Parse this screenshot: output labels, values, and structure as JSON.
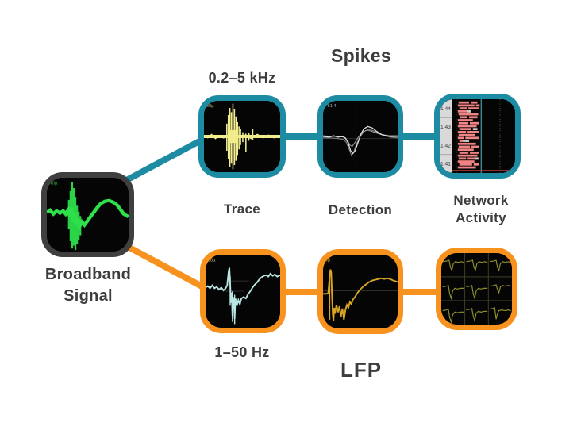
{
  "diagram": {
    "source_node": {
      "label": "Broadband Signal",
      "corner_text": "40µ"
    },
    "spikes_path": {
      "heading": "Spikes",
      "filter_label": "0.2–5 kHz",
      "nodes": [
        {
          "label": "Trace",
          "corner_text": "30µ"
        },
        {
          "label": "Detection",
          "corner_text": "51.4"
        },
        {
          "label": "Network Activity",
          "row_labels": [
            "1:44",
            "1:43",
            "1:42",
            "1:41"
          ]
        }
      ]
    },
    "lfp_path": {
      "heading": "LFP",
      "filter_label": "1–50 Hz",
      "nodes": [
        {
          "corner_text": "50µ"
        },
        {
          "corner_text": "5µ"
        }
      ]
    },
    "colors": {
      "spikes_accent": "#1d8ca2",
      "lfp_accent": "#f6921d",
      "source_border": "#3f3f3f",
      "text": "#3d3d3d",
      "green_trace": "#2ee04b",
      "yellow_trace": "#f1ed8d",
      "white_trace": "#cfcfcf",
      "red_raster": "#f08383",
      "cyan_trace": "#b8e6e2",
      "gold_trace": "#d8a525",
      "olive_trace": "#8f8f2e",
      "screen_bg": "#050505"
    }
  }
}
